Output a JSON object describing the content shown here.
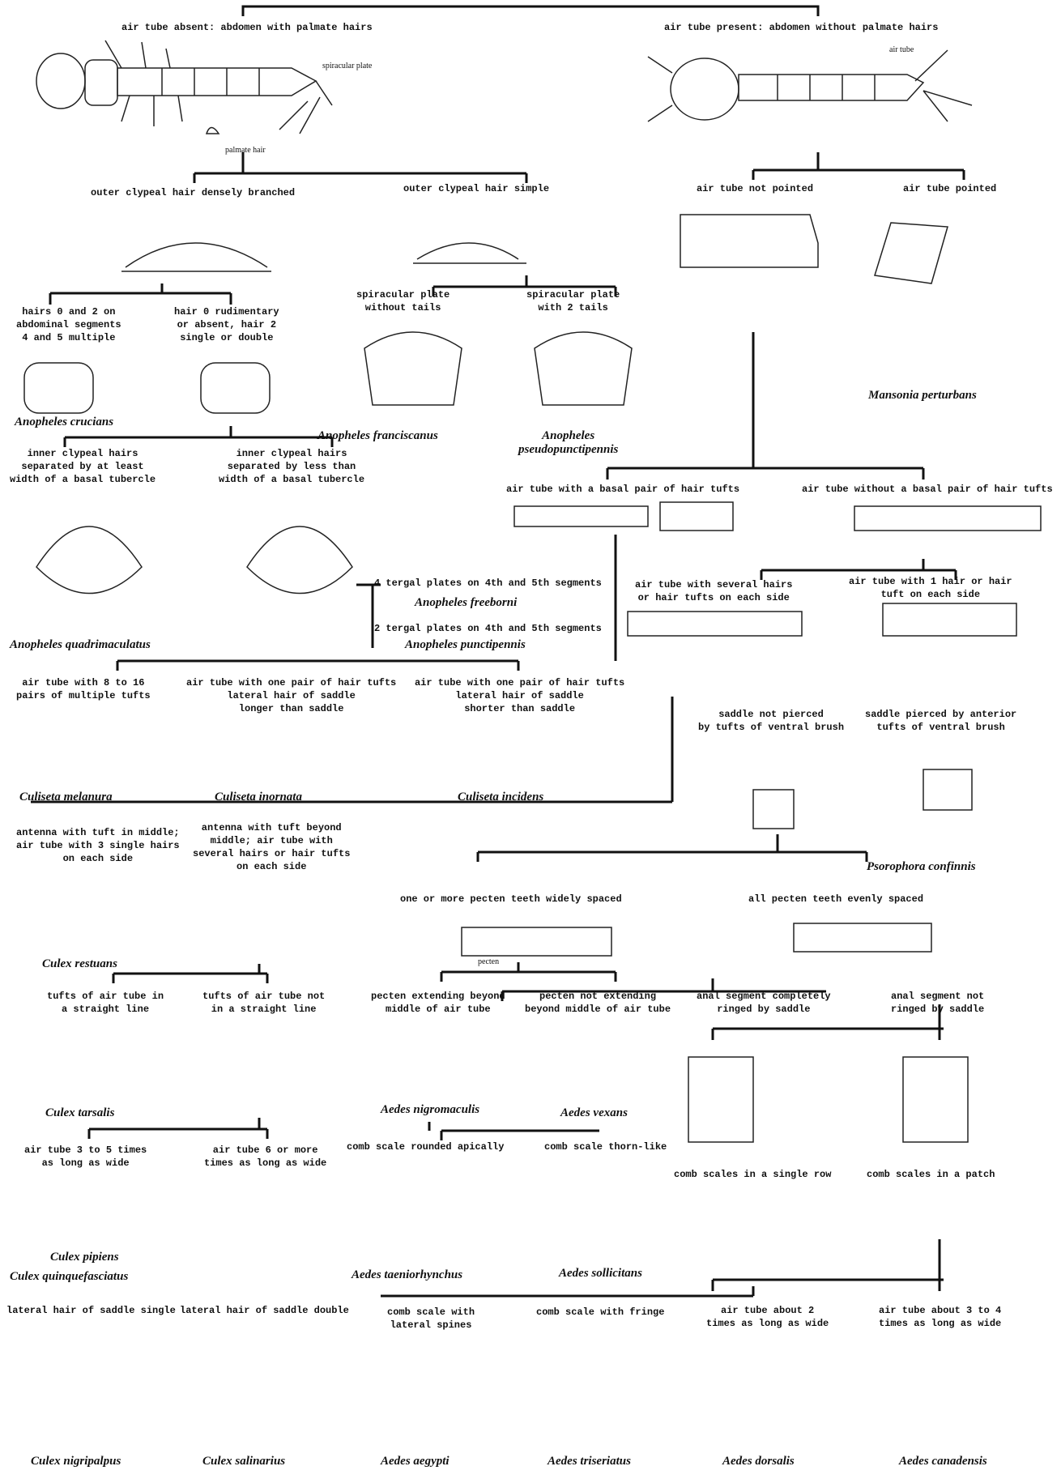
{
  "couplets": {
    "c1a": "air tube absent: abdomen with palmate hairs",
    "c1b": "air tube present: abdomen without palmate hairs",
    "spiracular_plate": "spiracular plate",
    "palmate_hair": "palmate hair",
    "air_tube": "air tube",
    "c2a": "outer clypeal hair densely branched",
    "c2b": "outer clypeal hair simple",
    "c3a": "air tube not pointed",
    "c3b": "air tube pointed",
    "c4a": [
      "hairs 0 and 2 on",
      "abdominal segments",
      "4 and 5 multiple"
    ],
    "c4b": [
      "hair 0 rudimentary",
      "or absent, hair 2",
      "single or double"
    ],
    "c5a": [
      "spiracular plate",
      "without tails"
    ],
    "c5b": [
      "spiracular plate",
      "with 2 tails"
    ],
    "c6a": [
      "inner clypeal hairs",
      "separated by at least",
      "width of a basal tubercle"
    ],
    "c6b": [
      "inner clypeal hairs",
      "separated by less than",
      "width of a basal tubercle"
    ],
    "c7a": "air tube with a basal pair of hair tufts",
    "c7b": "air tube without a basal pair of hair tufts",
    "c8a": "4 tergal plates on 4th and 5th segments",
    "c8b": "2 tergal plates on 4th and 5th segments",
    "c9a": [
      "air tube with several hairs",
      "or hair tufts on each side"
    ],
    "c9b": [
      "air tube with 1 hair or hair",
      "tuft on each side"
    ],
    "c10a": [
      "air tube with 8 to 16",
      "pairs of multiple tufts"
    ],
    "c10b": [
      "air tube with one pair of hair tufts",
      "lateral hair of saddle",
      "longer than saddle"
    ],
    "c10c": [
      "air tube with one pair of hair tufts",
      "lateral hair of saddle",
      "shorter than saddle"
    ],
    "c11a": [
      "saddle not pierced",
      "by tufts of ventral brush"
    ],
    "c11b": [
      "saddle pierced by anterior",
      "tufts of ventral brush"
    ],
    "c12a": [
      "antenna with tuft in middle;",
      "air tube with 3 single hairs",
      "on each side"
    ],
    "c12b": [
      "antenna with tuft beyond",
      "middle; air tube with",
      "several hairs or hair tufts",
      "on each side"
    ],
    "c13a": "one or more pecten teeth widely spaced",
    "c13b": "all pecten teeth evenly spaced",
    "pecten": "pecten",
    "c14a": [
      "tufts of air tube in",
      "a straight line"
    ],
    "c14b": [
      "tufts of air tube not",
      "in a straight line"
    ],
    "c15a": [
      "pecten extending beyond",
      "middle of air tube"
    ],
    "c15b": [
      "pecten not extending",
      "beyond middle of air tube"
    ],
    "c16a": [
      "anal segment completely",
      "ringed by saddle"
    ],
    "c16b": [
      "anal segment not",
      "ringed by saddle"
    ],
    "c17a": [
      "air tube 3 to 5 times",
      "as long as wide"
    ],
    "c17b": [
      "air tube 6 or more",
      "times as long as wide"
    ],
    "c18a": "comb scale rounded apically",
    "c18b": "comb scale thorn-like",
    "c19a": "comb scales in a single row",
    "c19b": "comb  scales in a patch",
    "c20a": "lateral hair of saddle single",
    "c20b": "lateral hair of saddle double",
    "c21a": [
      "comb scale with",
      "lateral spines"
    ],
    "c21b": "comb scale with fringe",
    "c22a": [
      "air tube about 2",
      "times as long as wide"
    ],
    "c22b": [
      "air tube about 3 to 4",
      "times as long as wide"
    ]
  },
  "species": {
    "crucians": "Anopheles crucians",
    "franciscanus": "Anopheles franciscanus",
    "pseudopunctipennis": [
      "Anopheles",
      "pseudopunctipennis"
    ],
    "perturbans": "Mansonia perturbans",
    "quadrimaculatus": "Anopheles quadrimaculatus",
    "freeborni": "Anopheles freeborni",
    "punctipennis": "Anopheles punctipennis",
    "melanura": "Culiseta melanura",
    "inornata": "Culiseta inornata",
    "incidens": "Culiseta incidens",
    "confinnis": "Psorophora confinnis",
    "restuans": "Culex restuans",
    "tarsalis": "Culex tarsalis",
    "nigromaculis": "Aedes nigromaculis",
    "vexans": "Aedes vexans",
    "pipiens": "Culex pipiens",
    "quinquefasciatus": "Culex quinquefasciatus",
    "taeniorhynchus": "Aedes taeniorhynchus",
    "sollicitans": "Aedes sollicitans",
    "nigripalpus": "Culex nigripalpus",
    "salinarius": "Culex salinarius",
    "aegypti": "Aedes aegypti",
    "triseriatus": "Aedes triseriatus",
    "dorsalis": "Aedes dorsalis",
    "canadensis": "Aedes canadensis"
  }
}
